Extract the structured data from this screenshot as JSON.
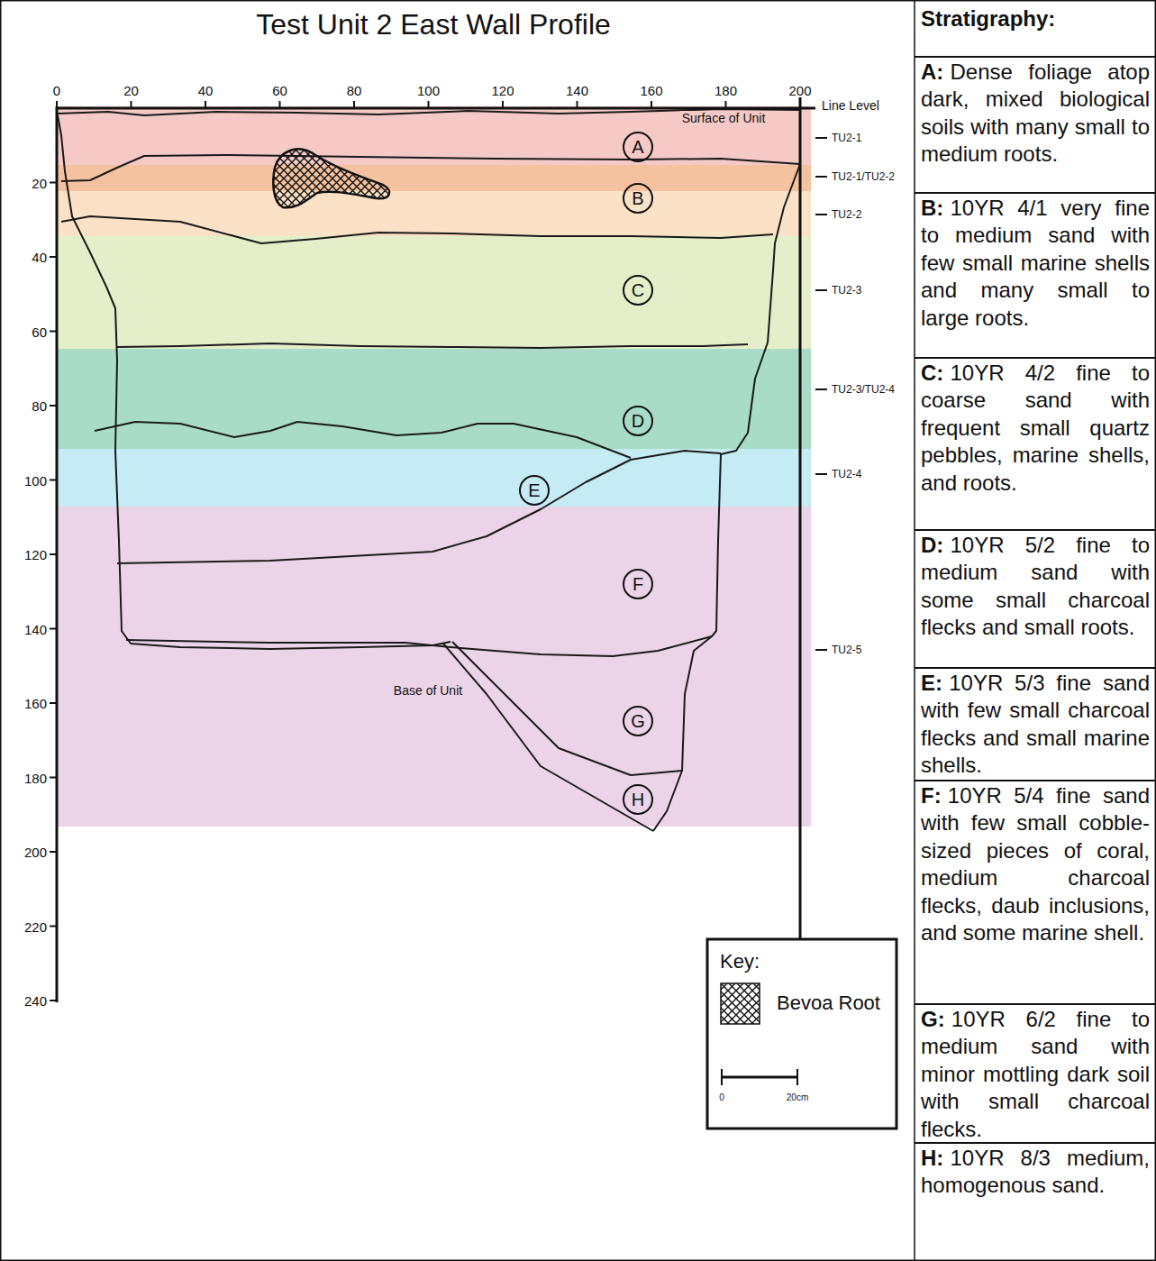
{
  "diagram": {
    "title": "Test Unit 2 East Wall Profile",
    "nodes": [
      {
        "text": [
          "A"
        ]
      },
      {
        "text": [
          "B"
        ]
      },
      {
        "text": [
          "C"
        ]
      },
      {
        "text": [
          "D"
        ]
      },
      {
        "text": [
          "E"
        ]
      },
      {
        "text": [
          "F"
        ]
      },
      {
        "text": [
          "G"
        ]
      },
      {
        "text": [
          "H"
        ]
      },
      {
        "text": [
          "Stratigraphy:"
        ]
      },
      {
        "text": [
          "A:",
          "Dense foliage atop dark, mixed biological soils with many small to medium roots."
        ]
      },
      {
        "text": [
          "B:",
          "10YR 4/1 very fine to medium sand with few small marine shells and many small to large roots."
        ]
      },
      {
        "text": [
          "C:",
          "10YR 4/2 fine to coarse sand with frequent small quartz pebbles, marine shells, and roots."
        ]
      },
      {
        "text": [
          "D:",
          "10YR 5/2 fine to medium sand with some small charcoal flecks and small roots."
        ]
      },
      {
        "text": [
          "E:",
          "10YR 5/3 fine sand with few small charcoal flecks and small marine shells."
        ]
      },
      {
        "text": [
          "F:",
          "10YR 5/4 fine sand with few small cobble-sized pieces of coral, medium charcoal flecks, daub inclusions, and some marine shell."
        ]
      },
      {
        "text": [
          "G:",
          "10YR 6/2 fine to medium sand with minor mottling dark soil with small charcoal flecks."
        ]
      },
      {
        "text": [
          "H:",
          "10YR 8/3 medium, homogenous sand."
        ]
      },
      {
        "text": [
          "Key:"
        ]
      }
    ],
    "labels": [
      "0",
      "20",
      "40",
      "60",
      "80",
      "100",
      "120",
      "140",
      "160",
      "180",
      "200",
      "20",
      "40",
      "60",
      "80",
      "100",
      "120",
      "140",
      "160",
      "180",
      "200",
      "220",
      "240",
      "Line Level",
      "Surface of Unit",
      "Base of Unit",
      "TU2-1",
      "TU2-1/TU2-2",
      "TU2-2",
      "TU2-3",
      "TU2-3/TU2-4",
      "TU2-4",
      "TU2-5",
      "0",
      "20cm"
    ],
    "legend": [
      {
        "text": "Bevoa Root"
      }
    ]
  }
}
